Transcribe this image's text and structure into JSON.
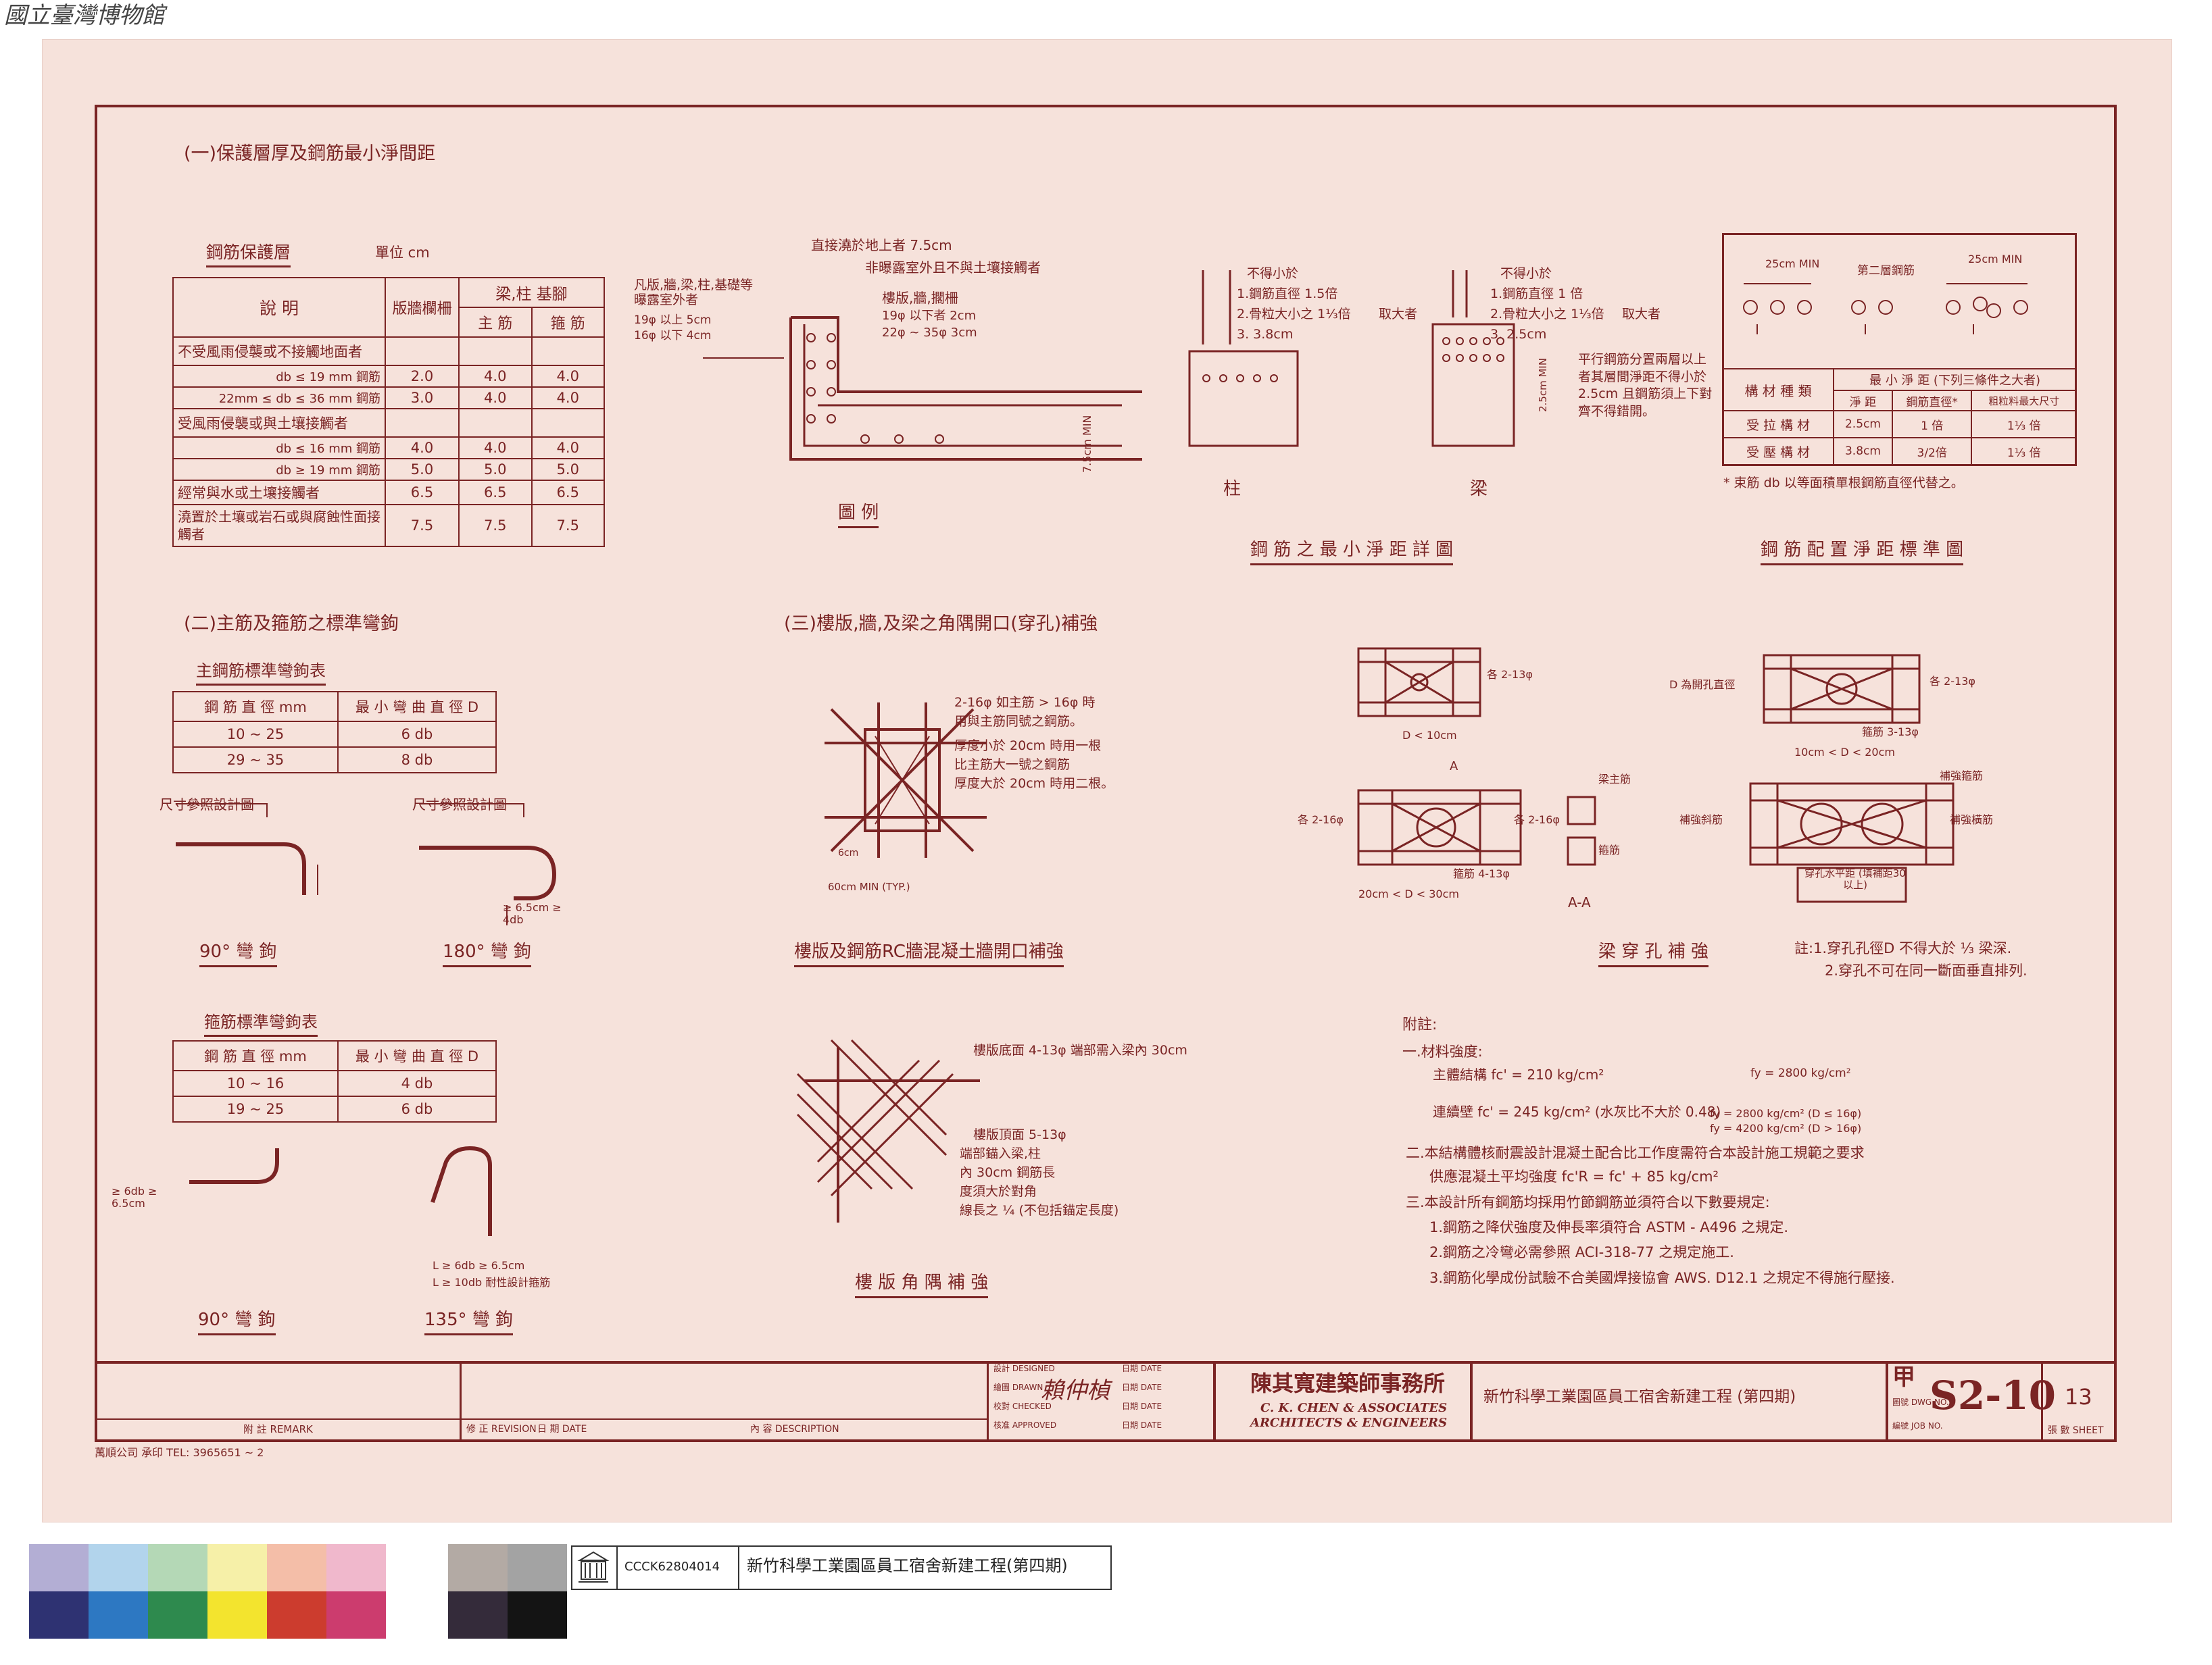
{
  "watermark": {
    "text": "國立臺灣博物館"
  },
  "sections": {
    "s1": {
      "title": "(一)保護層厚及鋼筋最小淨間距"
    },
    "s2": {
      "title": "(二)主筋及箍筋之標準彎鉤"
    },
    "s3": {
      "title": "(三)樓版,牆,及梁之角隅開口(穿孔)補強"
    }
  },
  "cover_table": {
    "title": "鋼筋保護層",
    "unit": "單位 cm",
    "headers": {
      "desc": "說  明",
      "slab": "版牆欄柵",
      "beam": "梁,柱 基腳",
      "main": "主 筋",
      "stir": "箍 筋"
    },
    "rows": [
      {
        "label": "不受風雨侵襲或不接觸地面者",
        "slab": "",
        "main": "",
        "stir": ""
      },
      {
        "label": "db ≤ 19 mm 鋼筋",
        "slab": "2.0",
        "main": "4.0",
        "stir": "4.0"
      },
      {
        "label": "22mm ≤ db ≤ 36 mm 鋼筋",
        "slab": "3.0",
        "main": "4.0",
        "stir": "4.0"
      },
      {
        "label": "受風雨侵襲或與土壤接觸者",
        "slab": "",
        "main": "",
        "stir": ""
      },
      {
        "label": "db ≤ 16 mm 鋼筋",
        "slab": "4.0",
        "main": "4.0",
        "stir": "4.0"
      },
      {
        "label": "db ≥ 19 mm 鋼筋",
        "slab": "5.0",
        "main": "5.0",
        "stir": "5.0"
      },
      {
        "label": "經常與水或土壤接觸者",
        "slab": "6.5",
        "main": "6.5",
        "stir": "6.5"
      },
      {
        "label": "澆置於土壤或岩石或與腐蝕性面接觸者",
        "slab": "7.5",
        "main": "7.5",
        "stir": "7.5"
      }
    ]
  },
  "main_hook_table": {
    "title": "主鋼筋標準彎鉤表",
    "headers": [
      "鋼 筋 直 徑 mm",
      "最 小 彎 曲 直 徑 D"
    ],
    "rows": [
      [
        "10 ~ 25",
        "6 db"
      ],
      [
        "29 ~ 35",
        "8 db"
      ]
    ]
  },
  "stirrup_hook_table": {
    "title": "箍筋標準彎鉤表",
    "headers": [
      "鋼 筋 直 徑 mm",
      "最 小 彎 曲 直 徑 D"
    ],
    "rows": [
      [
        "10 ~ 16",
        "4 db"
      ],
      [
        "19 ~ 25",
        "6 db"
      ]
    ]
  },
  "hooks": {
    "ref1": "尺寸參照設計圖",
    "ref2": "尺寸參照設計圖",
    "h90a": "90° 彎 鉤",
    "h180": "180° 彎 鉤",
    "h90b": "90° 彎 鉤",
    "h135": "135° 彎 鉤",
    "d180": "≥ 6.5cm ≥ 4db",
    "d90b": "≥ 6db ≥ 6.5cm",
    "d135a": "L ≥ 6db ≥ 6.5cm",
    "d135b": "L ≥ 10db 耐性設計箍筋"
  },
  "example": {
    "caption": "圖 例",
    "n1": "直接澆於地上者 7.5cm",
    "n2": "非曝露室外且不與土壤接觸者",
    "n3": "樓版,牆,擱柵",
    "n4": "19φ 以下者 2cm",
    "n5": "22φ ~ 35φ 3cm",
    "n6": "凡版,牆,梁,柱,基礎等曝露室外者",
    "n7": "19φ 以上 5cm",
    "n8": "16φ 以下 4cm",
    "n9": "7.5cm MIN"
  },
  "spacing": {
    "caption": "鋼 筋 之 最 小 淨 距 詳 圖",
    "col": "柱",
    "beam": "梁",
    "c1": "不得小於",
    "c2": "1.鋼筋直徑 1.5倍",
    "c3": "2.骨粒大小之 1⅓倍",
    "c4": "3. 3.8cm",
    "c5": "取大者",
    "b1": "不得小於",
    "b2": "1.鋼筋直徑 1 倍",
    "b3": "2.骨粒大小之 1⅓倍",
    "b4": "3. 2.5cm",
    "b5": "取大者",
    "b6": "平行鋼筋分置兩層以上者其層間淨距不得小於 2.5cm 且鋼筋須上下對齊不得錯開。",
    "b7": "2.5cm MIN"
  },
  "standard": {
    "caption": "鋼 筋 配 置 淨 距 標 準 圖",
    "top1": "25cm MIN",
    "top2": "第二層鋼筋",
    "top3": "25cm MIN",
    "h1": "構 材 種 類",
    "h2": "最 小 淨 距 (下列三條件之大者)",
    "h3": "淨 距",
    "h4": "鋼筋直徑*",
    "h5": "粗粒料最大尺寸",
    "r1": [
      "受 拉 構 材",
      "2.5cm",
      "1 倍",
      "1⅓ 倍"
    ],
    "r2": [
      "受 壓 構 材",
      "3.8cm",
      "3/2倍",
      "1⅓ 倍"
    ],
    "note": "* 束筋 db 以等面積單根鋼筋直徑代替之。"
  },
  "opening": {
    "caption": "樓版及鋼筋RC牆混凝土牆開口補強",
    "n1": "2-16φ 如主筋 > 16φ 時",
    "n2": "用與主筋同號之鋼筋。",
    "n3": "厚度小於 20cm 時用一根",
    "n4": "比主筋大一號之鋼筋",
    "n5": "厚度大於 20cm 時用二根。",
    "n6": "60cm MIN (TYP.)",
    "n7": "6cm"
  },
  "corner": {
    "caption": "樓 版 角 隅 補 強",
    "n1": "樓版底面 4-13φ 端部需入梁內 30cm",
    "n2": "樓版頂面 5-13φ",
    "n3": "端部錨入梁,柱",
    "n4": "內 30cm 鋼筋長",
    "n5": "度須大於對角",
    "n6": "線長之 ¼ (不包括錨定長度)"
  },
  "beamhole": {
    "caption": "梁 穿 孔 補 強",
    "n1": "各 2-13φ",
    "n2": "D < 10cm",
    "n3": "D 為開孔直徑",
    "n4": "各 2-13φ",
    "n5": "箍筋 3-13φ",
    "n6": "10cm < D < 20cm",
    "n7": "各 2-16φ",
    "n8": "各 2-16φ",
    "n9": "箍筋 4-13φ",
    "n10": "20cm < D < 30cm",
    "n11": "梁主筋",
    "n12": "箍筋",
    "n13": "A-A",
    "n14": "A",
    "n15": "補強箍筋",
    "n16": "補強斜筋",
    "n17": "補強橫筋",
    "n18": "穿孔水平距 (填補距30以上)",
    "note1": "註:1.穿孔孔徑D 不得大於 ⅓ 梁深.",
    "note2": "2.穿孔不可在同一斷面垂直排列."
  },
  "notes": {
    "title": "附註:",
    "l1": "一.材料強度:",
    "l2": "主體結構  fc' = 210 kg/cm²",
    "l2b": "fy = 2800 kg/cm²",
    "l3": "連續壁  fc' = 245 kg/cm² (水灰比不大於 0.48)",
    "l3b": "fy = 2800 kg/cm² (D ≤ 16φ)",
    "l3c": "fy = 4200 kg/cm² (D > 16φ)",
    "l4": "二.本結構體核耐震設計混凝土配合比工作度需符合本設計施工規範之要求",
    "l5": "供應混凝土平均強度  fc'R = fc' + 85 kg/cm²",
    "l6": "三.本設計所有鋼筋均採用竹節鋼筋並須符合以下數要規定:",
    "l7": "1.鋼筋之降伏強度及伸長率須符合 ASTM - A496 之規定.",
    "l8": "2.鋼筋之冷彎必需參照 ACI-318-77 之規定施工.",
    "l9": "3.鋼筋化學成份試驗不合美國焊接協會 AWS. D12.1 之規定不得施行壓接."
  },
  "titleblock": {
    "remark": "附 註  REMARK",
    "revision": "修 正 REVISION",
    "date_l": "日 期 DATE",
    "content": "內 容  DESCRIPTION",
    "designed": "設計 DESIGNED",
    "drawn": "繪圖 DRAWN",
    "checked": "校對 CHECKED",
    "approved": "核准 APPROVED",
    "date1": "日期 DATE",
    "date2": "日期 DATE",
    "date3": "日期 DATE",
    "date4": "日期 DATE",
    "signature": "賴仲楨",
    "firm_cn": "陳其寬建築師事務所",
    "firm_en1": "C. K. CHEN & ASSOCIATES",
    "firm_en2": "ARCHITECTS & ENGINEERS",
    "project": "新竹科學工業園區員工宿舍新建工程 (第四期)",
    "dwg_label": "圖號 DWG NO.",
    "job_label": "編號 JOB NO.",
    "mark": "甲",
    "dwg_no": "S2-10",
    "sheet": "13",
    "sheet_label": "張 數 SHEET"
  },
  "printer": {
    "text": "萬順公司  承印  TEL: 3965651 ~ 2"
  },
  "catalog": {
    "code": "CCCK62804014",
    "title": "新竹科學工業園區員工宿舍新建工程(第四期)"
  },
  "colors": {
    "ink": "#7a2424",
    "paper": "#f6e2db",
    "swatches_top": [
      "#b3aed4",
      "#b2d4ec",
      "#b4d8b6",
      "#f6f0a8",
      "#f4bea8",
      "#f0b8cc",
      "#ffffff",
      "#b3aaa4",
      "#a3a3a3"
    ],
    "swatches_bottom": [
      "#2e3272",
      "#2d78c2",
      "#2e8a4e",
      "#f3e42e",
      "#cc3c2e",
      "#cc3c6e",
      "#ffffff",
      "#342b3a",
      "#141414"
    ]
  }
}
